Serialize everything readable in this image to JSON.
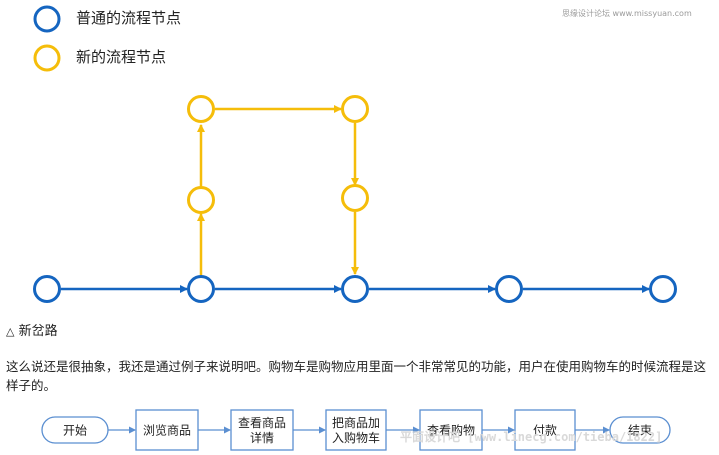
{
  "colors": {
    "normal": "#1565c0",
    "new": "#f5bd0a",
    "flow_box": "#5b8fd1",
    "text": "#222222"
  },
  "legend": {
    "normal_label": "普通的流程节点",
    "new_label": "新的流程节点"
  },
  "watermark_top": "思缘设计论坛 www.missyuan.com",
  "caption": {
    "marker": "△",
    "text": "新岔路"
  },
  "paragraph": "这么说还是很抽象，我还是通过例子来说明吧。购物车是购物应用里面一个非常常见的功能，用户在使用购物车的时候流程是这样子的。",
  "flow": {
    "steps": [
      {
        "lines": [
          "开始"
        ],
        "shape": "rounded"
      },
      {
        "lines": [
          "浏览商品"
        ],
        "shape": "rect"
      },
      {
        "lines": [
          "查看商品",
          "详情"
        ],
        "shape": "rect"
      },
      {
        "lines": [
          "把商品加",
          "入购物车"
        ],
        "shape": "rect"
      },
      {
        "lines": [
          "查看购物"
        ],
        "shape": "rect"
      },
      {
        "lines": [
          "付款"
        ],
        "shape": "rect"
      },
      {
        "lines": [
          "结束"
        ],
        "shape": "rounded"
      }
    ]
  },
  "watermark_bottom": "平面设计吧 [www.linecg.com/tieba/1822]"
}
